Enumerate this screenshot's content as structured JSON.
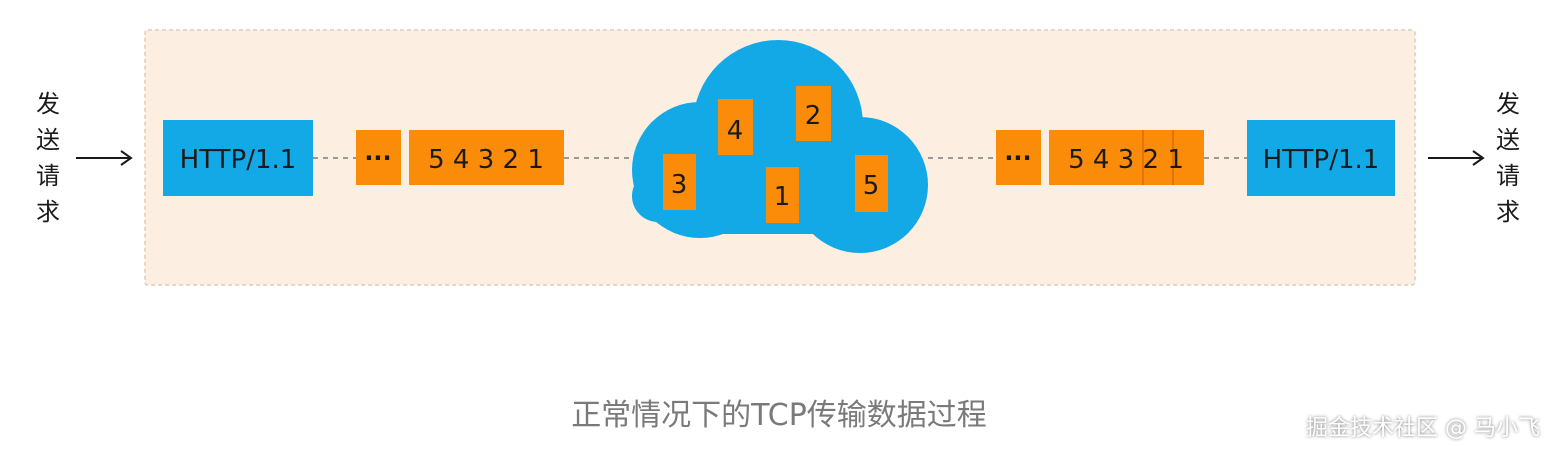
{
  "colors": {
    "panel_bg": "#fcefe2",
    "panel_border": "#e6d6c4",
    "http_box": "#12a9e6",
    "packet": "#fb8c0a",
    "cloud": "#12a9e6",
    "line": "#9a9a9a"
  },
  "left": {
    "label_chars": [
      "发",
      "送",
      "请",
      "求"
    ],
    "http_label": "HTTP/1.1",
    "ellipsis": "···",
    "queue_label": "5 4 3 2 1"
  },
  "cloud": {
    "packets": [
      "4",
      "2",
      "3",
      "1",
      "5"
    ]
  },
  "right": {
    "label_chars": [
      "发",
      "送",
      "请",
      "求"
    ],
    "http_label": "HTTP/1.1",
    "ellipsis": "···",
    "queue_label": "5 4 3 2 1"
  },
  "caption": "正常情况下的TCP传输数据过程",
  "watermark": "掘金技术社区 @ 马小飞"
}
